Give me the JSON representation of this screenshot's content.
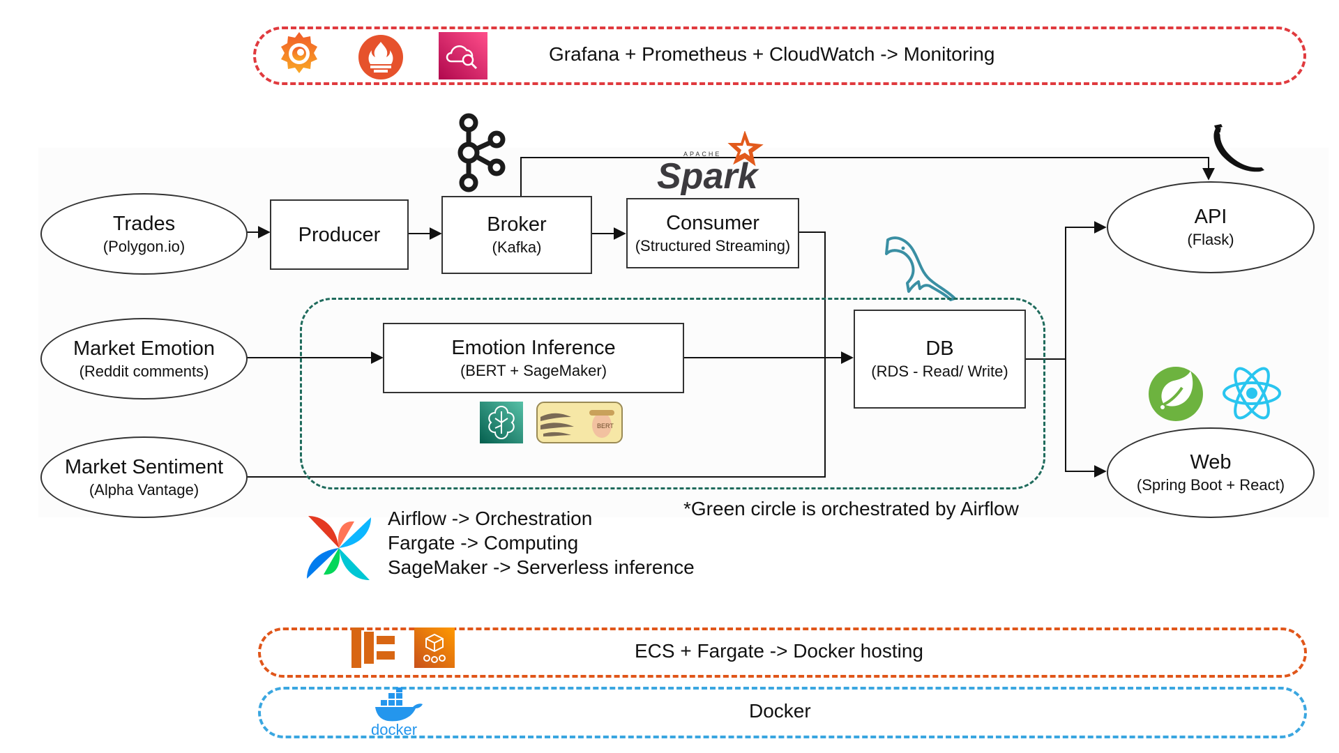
{
  "monitoring": {
    "label": "Grafana + Prometheus + CloudWatch -> Monitoring",
    "border_color": "#e03a3e"
  },
  "hosting": {
    "label": "ECS + Fargate -> Docker hosting",
    "border_color": "#e0561a"
  },
  "docker": {
    "label": "Docker",
    "border_color": "#3aa6e0",
    "logo_text": "docker"
  },
  "airflow_area": {
    "border_color": "#1f6b5c"
  },
  "nodes": {
    "trades": {
      "title": "Trades",
      "sub": "(Polygon.io)"
    },
    "emotion": {
      "title": "Market Emotion",
      "sub": "(Reddit comments)"
    },
    "sentiment": {
      "title": "Market Sentiment",
      "sub": "(Alpha Vantage)"
    },
    "producer": {
      "title": "Producer"
    },
    "broker": {
      "title": "Broker",
      "sub": "(Kafka)"
    },
    "consumer": {
      "title": "Consumer",
      "sub": "(Structured Streaming)"
    },
    "inference": {
      "title": "Emotion Inference",
      "sub": "(BERT + SageMaker)"
    },
    "db": {
      "title": "DB",
      "sub": "(RDS - Read/ Write)"
    },
    "api": {
      "title": "API",
      "sub": "(Flask)"
    },
    "web": {
      "title": "Web",
      "sub": "(Spring Boot + React)"
    }
  },
  "legend": {
    "lines": [
      "Airflow -> Orchestration",
      "Fargate -> Computing",
      "SageMaker -> Serverless inference"
    ],
    "note": "*Green circle is orchestrated by Airflow"
  },
  "logos": {
    "spark_small": "APACHE",
    "spark_big": "Spark",
    "bert": "BERT"
  },
  "icons": [
    "grafana-icon",
    "prometheus-icon",
    "cloudwatch-icon",
    "kafka-icon",
    "spark-icon",
    "flask-icon",
    "mysql-dolphin-icon",
    "sagemaker-icon",
    "bert-icon",
    "spring-icon",
    "react-icon",
    "airflow-icon",
    "ecs-icon",
    "fargate-icon",
    "docker-icon"
  ]
}
